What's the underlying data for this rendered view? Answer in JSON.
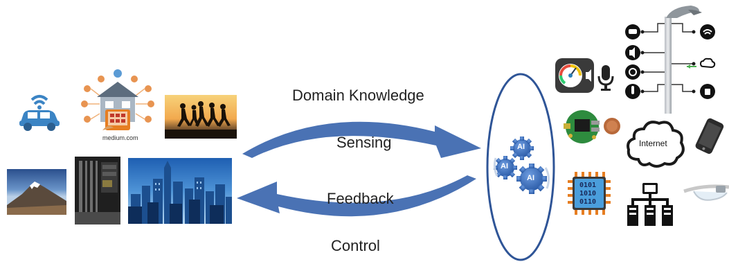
{
  "labels": {
    "domain_knowledge": "Domain Knowledge",
    "sensing": "Sensing",
    "feedback": "Feedback",
    "control": "Control"
  },
  "left_sources": {
    "house_caption": "medium.com"
  },
  "ai_gears": [
    "AI",
    "AI",
    "AI"
  ],
  "right_devices": {
    "cloud_label": "Internet",
    "chip_bits": [
      "0101",
      "1010",
      "0110"
    ]
  },
  "colors": {
    "arrow_blue": "#4a72b4",
    "gear_blue": "#3d6fb5",
    "ellipse_blue": "#2f5597"
  },
  "icons": [
    "connected-car-icon",
    "smart-home-icon",
    "runners-photo",
    "mountain-photo",
    "server-rack-photo",
    "city-skyline-photo",
    "gauge-icon",
    "microphone-icon",
    "circuit-board-icon",
    "coin-icon",
    "chip-icon",
    "network-tree-icon",
    "smart-glasses-icon",
    "smartphone-icon",
    "streetlight-sensor-pole-icon"
  ]
}
